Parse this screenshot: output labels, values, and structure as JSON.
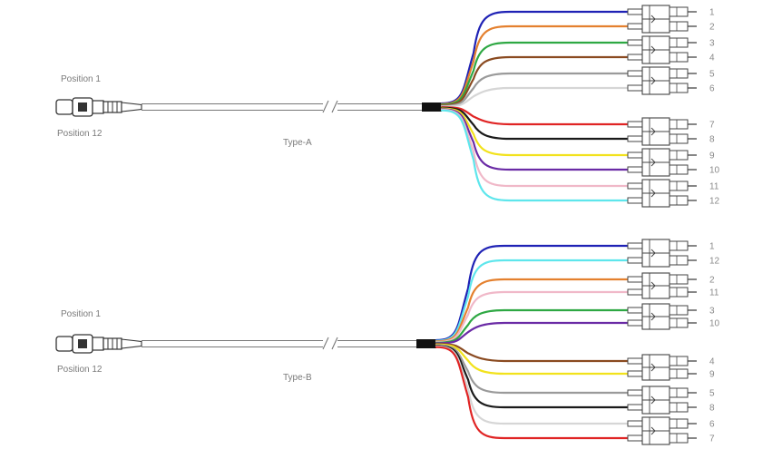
{
  "colors": {
    "blue": "#1f22b5",
    "orange": "#e4802e",
    "green": "#2ea843",
    "brown": "#8a4a20",
    "gray": "#9a9a9a",
    "white": "#dcdcdc",
    "red": "#e02424",
    "black": "#1a1a1a",
    "yellow": "#f2e21c",
    "violet": "#6a2aa5",
    "rose": "#f0b8c8",
    "aqua": "#5ee6ec"
  },
  "diagrams": [
    {
      "id": "type-a",
      "position_top": "Position 1",
      "position_bottom": "Position 12",
      "type_label": "Type-A",
      "fibers": [
        {
          "number": "1",
          "color": "blue"
        },
        {
          "number": "2",
          "color": "orange"
        },
        {
          "number": "3",
          "color": "green"
        },
        {
          "number": "4",
          "color": "brown"
        },
        {
          "number": "5",
          "color": "gray"
        },
        {
          "number": "6",
          "color": "white"
        },
        {
          "number": "7",
          "color": "red"
        },
        {
          "number": "8",
          "color": "black"
        },
        {
          "number": "9",
          "color": "yellow"
        },
        {
          "number": "10",
          "color": "violet"
        },
        {
          "number": "11",
          "color": "rose"
        },
        {
          "number": "12",
          "color": "aqua"
        }
      ]
    },
    {
      "id": "type-b",
      "position_top": "Position 1",
      "position_bottom": "Position 12",
      "type_label": "Type-B",
      "fibers": [
        {
          "number": "1",
          "color": "blue"
        },
        {
          "number": "12",
          "color": "aqua"
        },
        {
          "number": "2",
          "color": "orange"
        },
        {
          "number": "11",
          "color": "rose"
        },
        {
          "number": "3",
          "color": "green"
        },
        {
          "number": "10",
          "color": "violet"
        },
        {
          "number": "4",
          "color": "brown"
        },
        {
          "number": "9",
          "color": "yellow"
        },
        {
          "number": "5",
          "color": "gray"
        },
        {
          "number": "8",
          "color": "black"
        },
        {
          "number": "6",
          "color": "white"
        },
        {
          "number": "7",
          "color": "red"
        }
      ]
    }
  ]
}
